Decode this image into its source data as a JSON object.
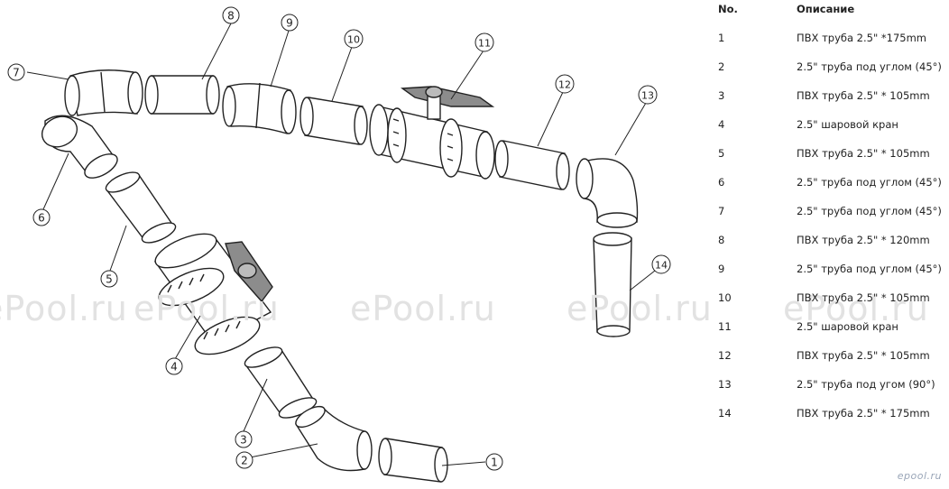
{
  "watermark": "ePool.ru",
  "logo": "epool.ru",
  "callouts": [
    "1",
    "2",
    "3",
    "4",
    "5",
    "6",
    "7",
    "8",
    "9",
    "10",
    "11",
    "12",
    "13",
    "14"
  ],
  "table": {
    "header_no": "No.",
    "header_desc": "Описание",
    "rows": [
      {
        "no": "1",
        "desc": "ПВХ труба 2.5\" *175mm"
      },
      {
        "no": "2",
        "desc": "2.5\" труба под углом (45°)"
      },
      {
        "no": "3",
        "desc": "ПВХ труба 2.5\" * 105mm"
      },
      {
        "no": "4",
        "desc": "2.5\" шаровой кран"
      },
      {
        "no": "5",
        "desc": "ПВХ труба 2.5\" * 105mm"
      },
      {
        "no": "6",
        "desc": "2.5\" труба под углом (45°)"
      },
      {
        "no": "7",
        "desc": "2.5\" труба под углом (45°)"
      },
      {
        "no": "8",
        "desc": "ПВХ труба 2.5\" * 120mm"
      },
      {
        "no": "9",
        "desc": "2.5\" труба под углом (45°)"
      },
      {
        "no": "10",
        "desc": "ПВХ труба 2.5\" * 105mm"
      },
      {
        "no": "11",
        "desc": "2.5\" шаровой кран"
      },
      {
        "no": "12",
        "desc": "ПВХ труба 2.5\" * 105mm"
      },
      {
        "no": "13",
        "desc": "2.5\" труба под угом (90°)"
      },
      {
        "no": "14",
        "desc": "ПВХ труба 2.5\" * 175mm"
      }
    ]
  }
}
